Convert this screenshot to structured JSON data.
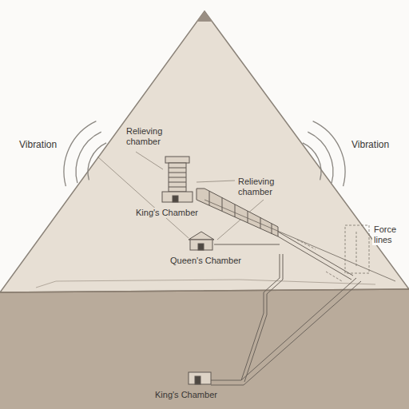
{
  "diagram": {
    "labels": [
      "Vibration",
      "Relieving chamber",
      "Vibration",
      "Relieving chamber",
      "King's Chamber",
      "Force lines",
      "Queen's Chamber",
      "King's Chamber"
    ]
  }
}
